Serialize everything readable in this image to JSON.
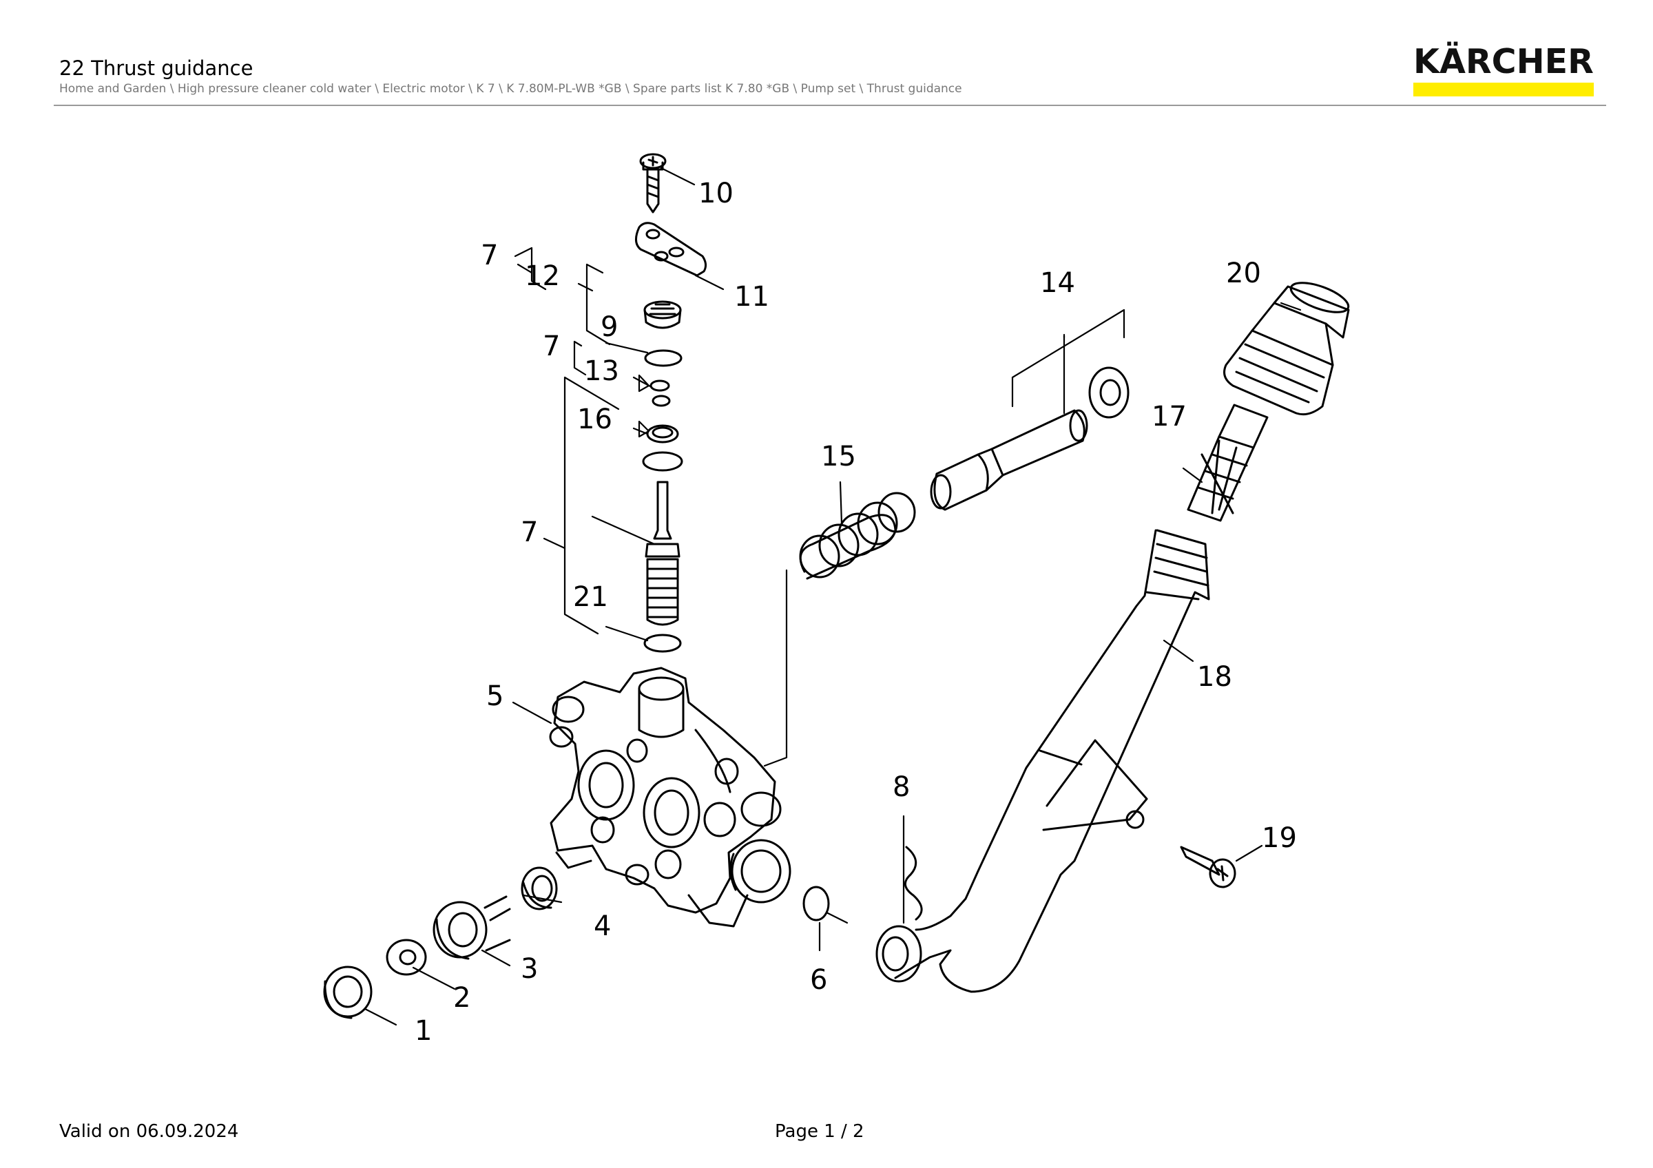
{
  "header": {
    "title": "22 Thrust guidance",
    "breadcrumb": "Home and Garden \\ High pressure cleaner cold water \\ Electric motor \\ K 7 \\ K 7.80M-PL-WB *GB \\ Spare parts list K 7.80 *GB \\ Pump set \\ Thrust guidance"
  },
  "brand": {
    "logo_text": "KÄRCHER",
    "accent": "#ffed00"
  },
  "footer": {
    "valid": "Valid on 06.09.2024",
    "page": "Page 1 / 2"
  },
  "diagram": {
    "callouts": [
      "1",
      "2",
      "3",
      "4",
      "5",
      "6",
      "7",
      "7",
      "7",
      "8",
      "9",
      "10",
      "11",
      "12",
      "13",
      "14",
      "15",
      "16",
      "17",
      "18",
      "19",
      "20",
      "21"
    ]
  }
}
